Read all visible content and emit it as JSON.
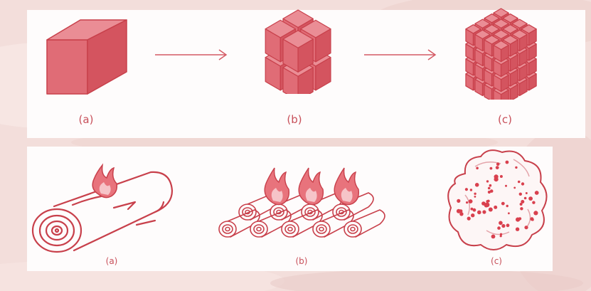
{
  "colors": {
    "line": "#c8404b",
    "fill": "#e06c76",
    "dots": "#d9404e",
    "panel": "#fefcfc",
    "background": "#f3dedb"
  },
  "top_row": {
    "labels": [
      "(a)",
      "(b)",
      "(c)"
    ],
    "figures": [
      "single-cube",
      "cube-split-into-8",
      "cube-split-into-64"
    ]
  },
  "bottom_row": {
    "labels": [
      "(a)",
      "(b)",
      "(c)"
    ],
    "figures": [
      "burning-log",
      "burning-stacked-logs",
      "wood-particles"
    ]
  }
}
